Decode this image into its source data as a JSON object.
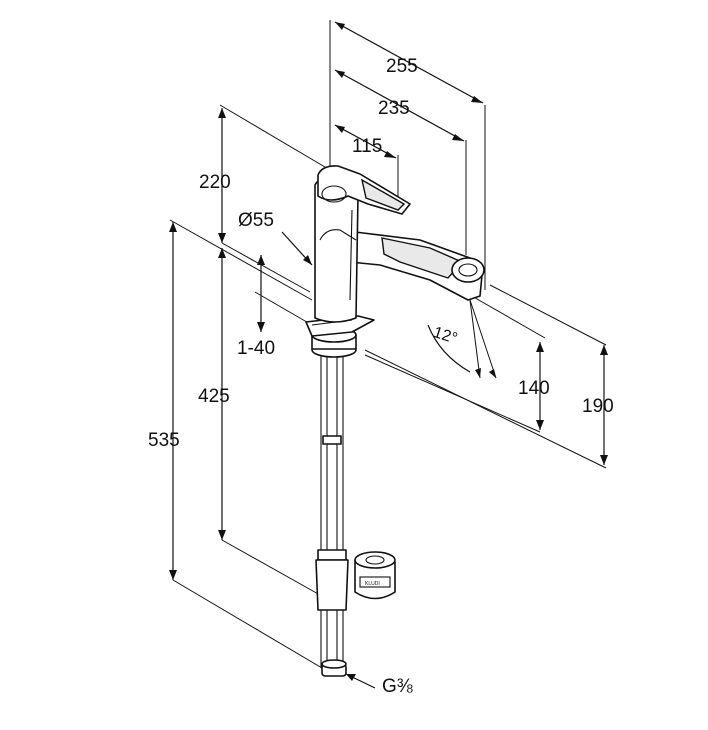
{
  "dimensions": {
    "width_overall": "255",
    "width_spout": "235",
    "width_handle": "115",
    "height_top": "220",
    "diameter": "Ø55",
    "adjust_range": "1-40",
    "height_mid": "425",
    "height_total": "535",
    "spout_angle": "12°",
    "spout_height": "140",
    "spout_height_total": "190",
    "thread": "G⅜"
  }
}
